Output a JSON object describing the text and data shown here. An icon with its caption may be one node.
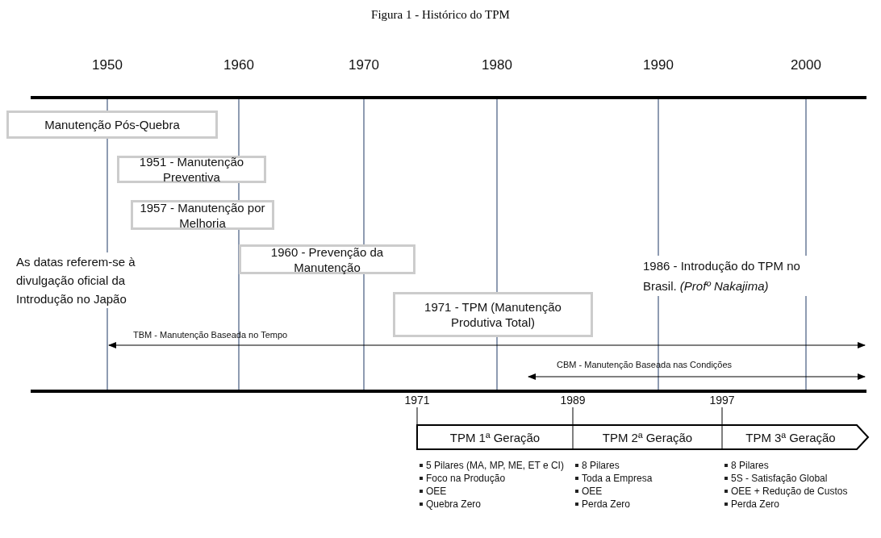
{
  "diagram": {
    "title": "Figura 1 - Histórico do TPM",
    "nodes": [
      {
        "text": [
          "Manutenção Pós-Quebra"
        ]
      },
      {
        "text": [
          "1951 - Manutenção Preventiva"
        ]
      },
      {
        "text": [
          "1957 - Manutenção por Melhoria"
        ]
      },
      {
        "text": [
          "1960 - Prevenção da Manutenção"
        ]
      },
      {
        "text": [
          "1971 - TPM (Manutenção Produtiva Total)"
        ]
      },
      {
        "text": [
          "TPM 1ª Geração"
        ]
      },
      {
        "text": [
          "TPM 2ª Geração"
        ]
      },
      {
        "text": [
          "TPM 3ª Geração"
        ]
      }
    ],
    "labels": [
      "1950",
      "1960",
      "1970",
      "1980",
      "1990",
      "2000",
      "As datas referem-se à divulgação oficial da Introdução no Japão",
      "1986 - Introdução do TPM no Brasil. *(Profº Nakajima)*",
      "TBM - Manutenção Baseada no Tempo",
      "CBM - Manutenção Baseada nas Condições",
      "1971",
      "1989",
      "1997",
      "5 Pilares (MA, MP, ME, ET e CI)",
      "Foco na Produção",
      "OEE",
      "Quebra Zero",
      "8 Pilares",
      "Toda a Empresa",
      "OEE",
      "Perda Zero",
      "8 Pilares",
      "5S - Satisfação Global",
      "OEE + Redução de Custos",
      "Perda Zero"
    ]
  }
}
